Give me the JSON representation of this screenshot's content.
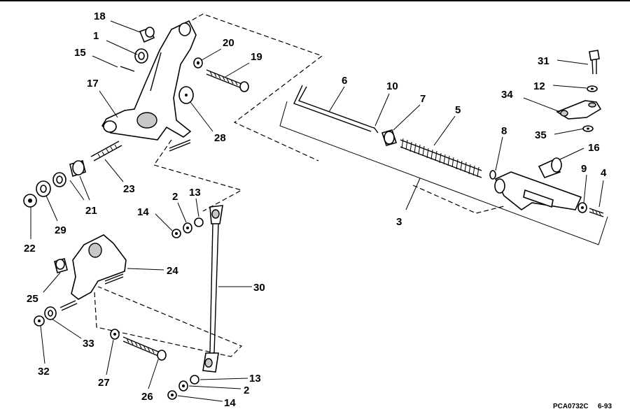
{
  "figure": {
    "code": "PCA0732C",
    "date": "6-93"
  },
  "callouts": [
    {
      "id": "c18",
      "label": "18"
    },
    {
      "id": "c1",
      "label": "1"
    },
    {
      "id": "c15",
      "label": "15"
    },
    {
      "id": "c17",
      "label": "17"
    },
    {
      "id": "c20",
      "label": "20"
    },
    {
      "id": "c19",
      "label": "19"
    },
    {
      "id": "c28",
      "label": "28"
    },
    {
      "id": "c23",
      "label": "23"
    },
    {
      "id": "c21",
      "label": "21"
    },
    {
      "id": "c22",
      "label": "22"
    },
    {
      "id": "c29",
      "label": "29"
    },
    {
      "id": "c2a",
      "label": "2"
    },
    {
      "id": "c13a",
      "label": "13"
    },
    {
      "id": "c14a",
      "label": "14"
    },
    {
      "id": "c24",
      "label": "24"
    },
    {
      "id": "c25",
      "label": "25"
    },
    {
      "id": "c33",
      "label": "33"
    },
    {
      "id": "c32",
      "label": "32"
    },
    {
      "id": "c27",
      "label": "27"
    },
    {
      "id": "c26",
      "label": "26"
    },
    {
      "id": "c30",
      "label": "30"
    },
    {
      "id": "c13b",
      "label": "13"
    },
    {
      "id": "c2b",
      "label": "2"
    },
    {
      "id": "c14b",
      "label": "14"
    },
    {
      "id": "c6",
      "label": "6"
    },
    {
      "id": "c10",
      "label": "10"
    },
    {
      "id": "c7",
      "label": "7"
    },
    {
      "id": "c5",
      "label": "5"
    },
    {
      "id": "c3",
      "label": "3"
    },
    {
      "id": "c8",
      "label": "8"
    },
    {
      "id": "c31",
      "label": "31"
    },
    {
      "id": "c12",
      "label": "12"
    },
    {
      "id": "c34",
      "label": "34"
    },
    {
      "id": "c35",
      "label": "35"
    },
    {
      "id": "c16",
      "label": "16"
    },
    {
      "id": "c9",
      "label": "9"
    },
    {
      "id": "c4",
      "label": "4"
    }
  ]
}
